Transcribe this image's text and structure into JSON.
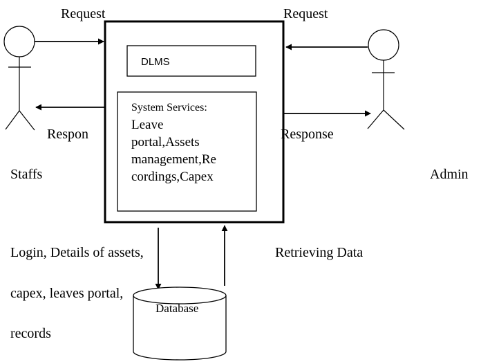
{
  "diagram": {
    "system_box_title": "DLMS",
    "services": {
      "heading": "System Services:",
      "lines": [
        "Leave",
        "portal,Assets",
        "management,Re",
        "cordings,Capex"
      ]
    },
    "staffs": {
      "label": "Staffs",
      "request_label": "Request",
      "response_label": "Respon"
    },
    "admin": {
      "label": "Admin",
      "request_label": "Request",
      "response_label": "Response"
    },
    "flows": {
      "down_label_lines": [
        "Login, Details of assets,",
        "capex, leaves portal,",
        "records"
      ],
      "up_label": "Retrieving Data"
    },
    "database_label": "Database"
  }
}
